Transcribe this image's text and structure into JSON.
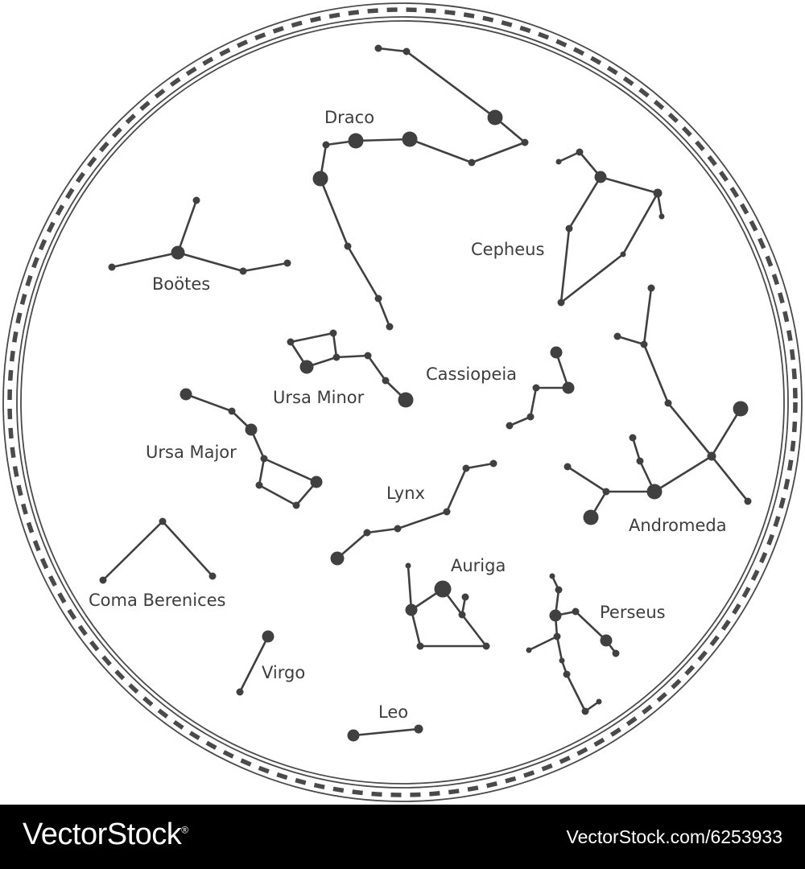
{
  "colors": {
    "ink": "#404040",
    "ring": "#4a4a4a",
    "footer_bg": "#000000",
    "footer_text": "#ffffff"
  },
  "constellations": [
    {
      "name": "Draco",
      "label": "Draco",
      "stars": [
        [
          470,
          60,
          4
        ],
        [
          505,
          64,
          4
        ],
        [
          615,
          146,
          9
        ],
        [
          652,
          177,
          4
        ],
        [
          586,
          202,
          4
        ],
        [
          509,
          173,
          9
        ],
        [
          442,
          175,
          9
        ],
        [
          405,
          180,
          4
        ],
        [
          398,
          222,
          9
        ],
        [
          432,
          306,
          4
        ],
        [
          470,
          371,
          4
        ],
        [
          484,
          406,
          4
        ]
      ],
      "edges": [
        [
          0,
          1
        ],
        [
          1,
          2
        ],
        [
          2,
          3
        ],
        [
          3,
          4
        ],
        [
          4,
          5
        ],
        [
          5,
          6
        ],
        [
          6,
          7
        ],
        [
          7,
          8
        ],
        [
          8,
          9
        ],
        [
          9,
          10
        ],
        [
          10,
          11
        ]
      ]
    },
    {
      "name": "Cepheus",
      "label": "Cepheus",
      "stars": [
        [
          694,
          201,
          3
        ],
        [
          720,
          189,
          4
        ],
        [
          746,
          220,
          7
        ],
        [
          817,
          240,
          5
        ],
        [
          822,
          269,
          3
        ],
        [
          774,
          316,
          3
        ],
        [
          697,
          376,
          4
        ],
        [
          707,
          284,
          4
        ]
      ],
      "edges": [
        [
          0,
          1
        ],
        [
          1,
          2
        ],
        [
          2,
          3
        ],
        [
          3,
          4
        ],
        [
          3,
          5
        ],
        [
          5,
          6
        ],
        [
          6,
          7
        ],
        [
          7,
          2
        ]
      ]
    },
    {
      "name": "Bootes",
      "label": "Boötes",
      "stars": [
        [
          244,
          249,
          4
        ],
        [
          221,
          314,
          8
        ],
        [
          139,
          332,
          4
        ],
        [
          302,
          337,
          4
        ],
        [
          357,
          327,
          4
        ]
      ],
      "edges": [
        [
          0,
          1
        ],
        [
          1,
          2
        ],
        [
          1,
          3
        ],
        [
          3,
          4
        ]
      ]
    },
    {
      "name": "Ursa Minor",
      "label": "Ursa Minor",
      "stars": [
        [
          361,
          425,
          4
        ],
        [
          414,
          414,
          4
        ],
        [
          381,
          456,
          8
        ],
        [
          418,
          444,
          4
        ],
        [
          457,
          442,
          4
        ],
        [
          479,
          473,
          4
        ],
        [
          504,
          497,
          9
        ]
      ],
      "edges": [
        [
          0,
          1
        ],
        [
          1,
          3
        ],
        [
          0,
          2
        ],
        [
          2,
          3
        ],
        [
          3,
          4
        ],
        [
          4,
          5
        ],
        [
          5,
          6
        ]
      ]
    },
    {
      "name": "Cassiopeia",
      "label": "Cassiopeia",
      "stars": [
        [
          691,
          438,
          7
        ],
        [
          706,
          482,
          7
        ],
        [
          666,
          482,
          4
        ],
        [
          659,
          518,
          4
        ],
        [
          633,
          529,
          4
        ]
      ],
      "edges": [
        [
          0,
          1
        ],
        [
          1,
          2
        ],
        [
          2,
          3
        ],
        [
          3,
          4
        ]
      ]
    },
    {
      "name": "Ursa Major",
      "label": "Ursa Major",
      "stars": [
        [
          231,
          490,
          7
        ],
        [
          288,
          511,
          4
        ],
        [
          312,
          534,
          7
        ],
        [
          328,
          570,
          4
        ],
        [
          393,
          599,
          7
        ],
        [
          368,
          628,
          4
        ],
        [
          322,
          603,
          4
        ]
      ],
      "edges": [
        [
          0,
          1
        ],
        [
          1,
          2
        ],
        [
          2,
          3
        ],
        [
          3,
          4
        ],
        [
          4,
          5
        ],
        [
          5,
          6
        ],
        [
          6,
          3
        ]
      ]
    },
    {
      "name": "Andromeda",
      "label": "Andromeda",
      "stars": [
        [
          809,
          358,
          4
        ],
        [
          800,
          428,
          4
        ],
        [
          767,
          418,
          4
        ],
        [
          830,
          501,
          4
        ],
        [
          884,
          567,
          5
        ],
        [
          920,
          508,
          9
        ],
        [
          929,
          623,
          4
        ],
        [
          813,
          611,
          9
        ],
        [
          753,
          611,
          4
        ],
        [
          734,
          643,
          9
        ],
        [
          705,
          580,
          4
        ],
        [
          795,
          573,
          4
        ],
        [
          786,
          544,
          4
        ]
      ],
      "edges": [
        [
          0,
          1
        ],
        [
          1,
          2
        ],
        [
          1,
          3
        ],
        [
          3,
          4
        ],
        [
          4,
          5
        ],
        [
          4,
          6
        ],
        [
          4,
          7
        ],
        [
          7,
          8
        ],
        [
          8,
          9
        ],
        [
          8,
          10
        ],
        [
          7,
          11
        ],
        [
          11,
          12
        ]
      ]
    },
    {
      "name": "Lynx",
      "label": "Lynx",
      "stars": [
        [
          613,
          576,
          4
        ],
        [
          579,
          582,
          4
        ],
        [
          555,
          636,
          4
        ],
        [
          494,
          657,
          4
        ],
        [
          456,
          662,
          4
        ],
        [
          419,
          694,
          8
        ]
      ],
      "edges": [
        [
          0,
          1
        ],
        [
          1,
          2
        ],
        [
          2,
          3
        ],
        [
          3,
          4
        ],
        [
          4,
          5
        ]
      ]
    },
    {
      "name": "Coma Berenices",
      "label": "Coma Berenices",
      "stars": [
        [
          128,
          721,
          4
        ],
        [
          202,
          648,
          4
        ],
        [
          264,
          716,
          4
        ]
      ],
      "edges": [
        [
          0,
          1
        ],
        [
          1,
          2
        ]
      ]
    },
    {
      "name": "Auriga",
      "label": "Auriga",
      "stars": [
        [
          507,
          703,
          3
        ],
        [
          511,
          758,
          7
        ],
        [
          550,
          732,
          10
        ],
        [
          578,
          742,
          4
        ],
        [
          574,
          764,
          4
        ],
        [
          604,
          803,
          4
        ],
        [
          522,
          803,
          4
        ]
      ],
      "edges": [
        [
          0,
          1
        ],
        [
          1,
          2
        ],
        [
          2,
          4
        ],
        [
          3,
          4
        ],
        [
          4,
          5
        ],
        [
          5,
          6
        ],
        [
          6,
          1
        ]
      ]
    },
    {
      "name": "Perseus",
      "label": "Perseus",
      "stars": [
        [
          686,
          716,
          3
        ],
        [
          694,
          733,
          4
        ],
        [
          690,
          765,
          7
        ],
        [
          715,
          760,
          4
        ],
        [
          753,
          796,
          7
        ],
        [
          765,
          812,
          4
        ],
        [
          692,
          791,
          4
        ],
        [
          657,
          808,
          3
        ],
        [
          698,
          821,
          3
        ],
        [
          704,
          838,
          4
        ],
        [
          727,
          884,
          4
        ],
        [
          744,
          872,
          3
        ]
      ],
      "edges": [
        [
          0,
          1
        ],
        [
          1,
          2
        ],
        [
          2,
          3
        ],
        [
          3,
          4
        ],
        [
          4,
          5
        ],
        [
          2,
          6
        ],
        [
          6,
          7
        ],
        [
          6,
          8
        ],
        [
          8,
          9
        ],
        [
          9,
          10
        ],
        [
          10,
          11
        ]
      ]
    },
    {
      "name": "Virgo",
      "label": "Virgo",
      "stars": [
        [
          333,
          791,
          7
        ],
        [
          298,
          860,
          4
        ]
      ],
      "edges": [
        [
          0,
          1
        ]
      ]
    },
    {
      "name": "Leo",
      "label": "Leo",
      "stars": [
        [
          439,
          914,
          7
        ],
        [
          520,
          906,
          5
        ]
      ],
      "edges": [
        [
          0,
          1
        ]
      ]
    }
  ],
  "footer": {
    "brand": "VectorStock",
    "brand_mark": "®",
    "credit": "VectorStock.com/6253933"
  }
}
